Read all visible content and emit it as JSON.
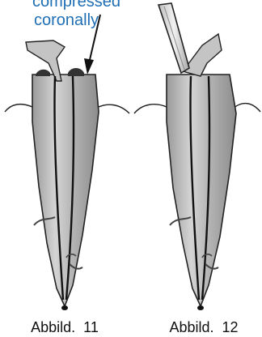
{
  "annotation": {
    "line1": "compressed",
    "line2": "coronally"
  },
  "figures": [
    {
      "caption": "Abbild.  11"
    },
    {
      "caption": "Abbild.  12"
    }
  ],
  "colors": {
    "annotation": "#1f6fb5",
    "tooth_light": "#c8c8c8",
    "tooth_dark": "#8a8a8a",
    "outline": "#222222",
    "canal_line": "#111111",
    "instrument": "#d9d9d9"
  }
}
